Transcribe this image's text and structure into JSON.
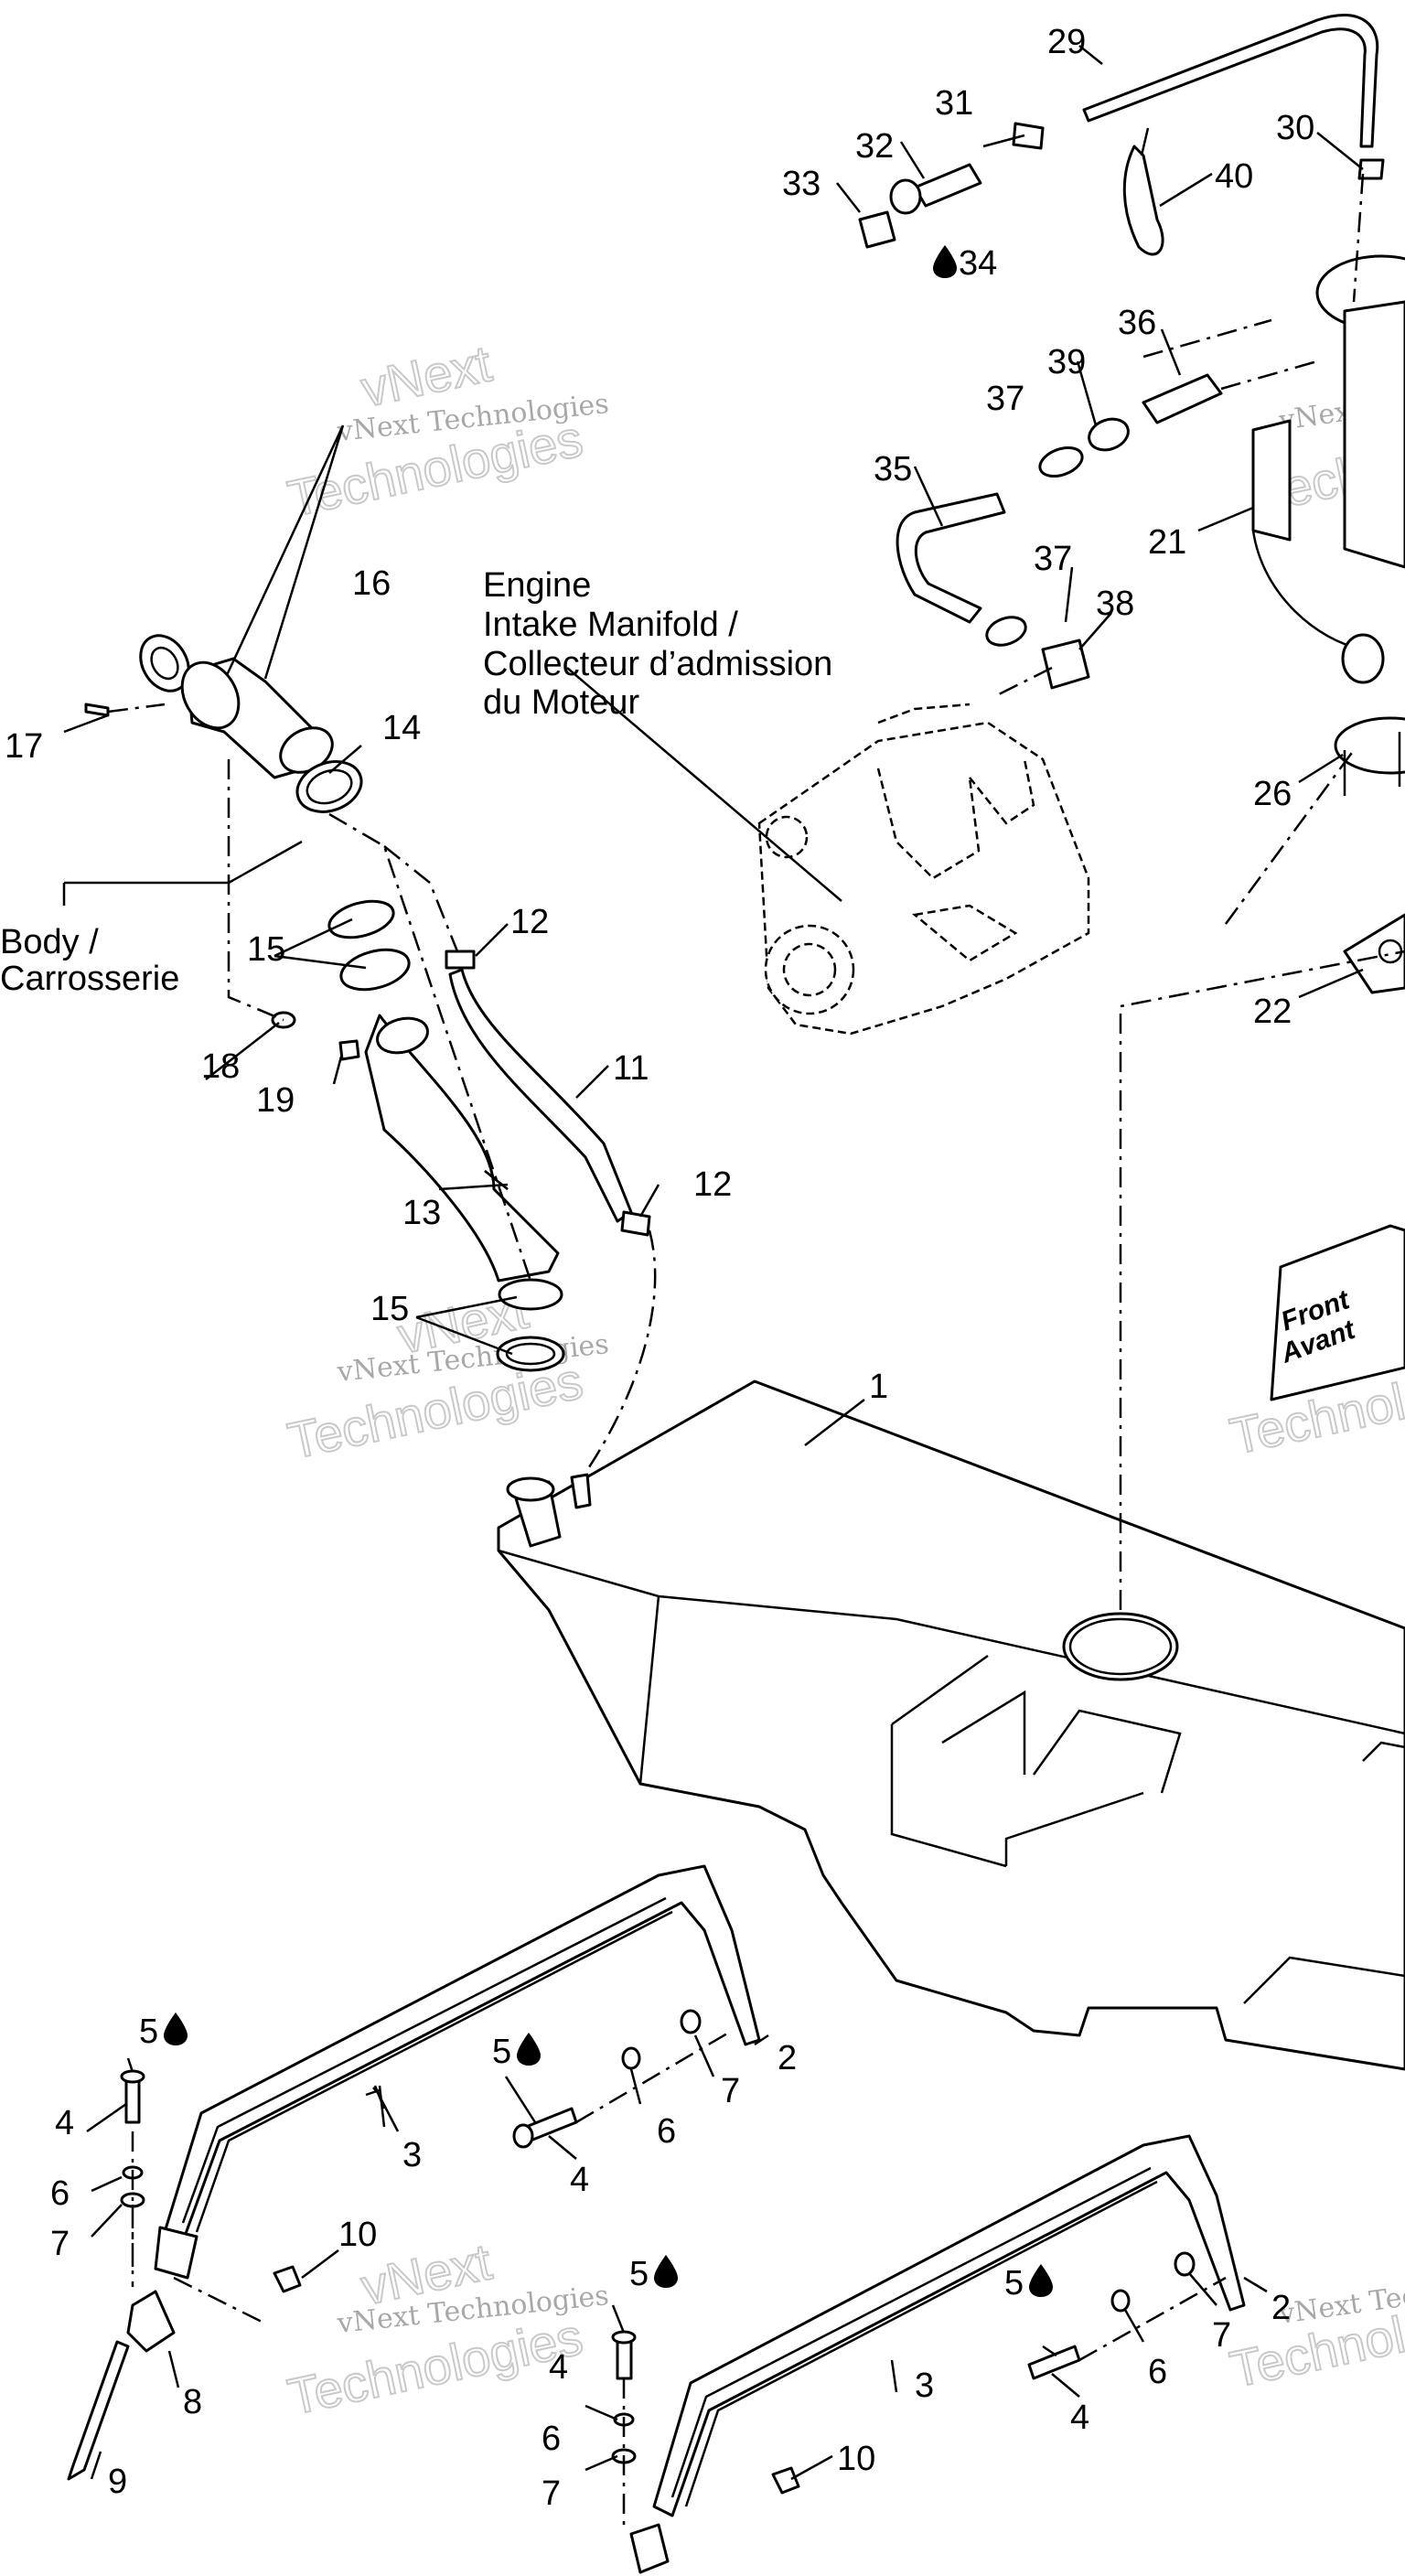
{
  "callouts": {
    "n1": "1",
    "n2": "2",
    "n2b": "2",
    "n3": "3",
    "n3b": "3",
    "n4": "4",
    "n4b": "4",
    "n4c": "4",
    "n4d": "4",
    "n5": "5",
    "n5b": "5",
    "n5c": "5",
    "n5d": "5",
    "n6": "6",
    "n6b": "6",
    "n6c": "6",
    "n6d": "6",
    "n7": "7",
    "n7b": "7",
    "n7c": "7",
    "n7d": "7",
    "n8": "8",
    "n9": "9",
    "n10": "10",
    "n10b": "10",
    "n11": "11",
    "n12": "12",
    "n12b": "12",
    "n13": "13",
    "n14": "14",
    "n15": "15",
    "n15b": "15",
    "n16": "16",
    "n17": "17",
    "n18": "18",
    "n19": "19",
    "n21": "21",
    "n22": "22",
    "n26": "26",
    "n29": "29",
    "n30": "30",
    "n31": "31",
    "n32": "32",
    "n33": "33",
    "n34": "34",
    "n35": "35",
    "n36": "36",
    "n37": "37",
    "n37b": "37",
    "n38": "38",
    "n39": "39",
    "n40": "40"
  },
  "labels": {
    "engine_line1": "Engine",
    "engine_line2": "Intake Manifold /",
    "engine_line3": "Collecteur d’admission",
    "engine_line4": "du Moteur",
    "body_line1": "Body /",
    "body_line2": "Carrosserie",
    "front_line1": "Front",
    "front_line2": "Avant"
  },
  "watermark": {
    "brand_top": "vNext",
    "line": "vNext Technologies",
    "big": "Technologies"
  },
  "icons": {
    "drop": "thread-locker-drop-icon"
  }
}
